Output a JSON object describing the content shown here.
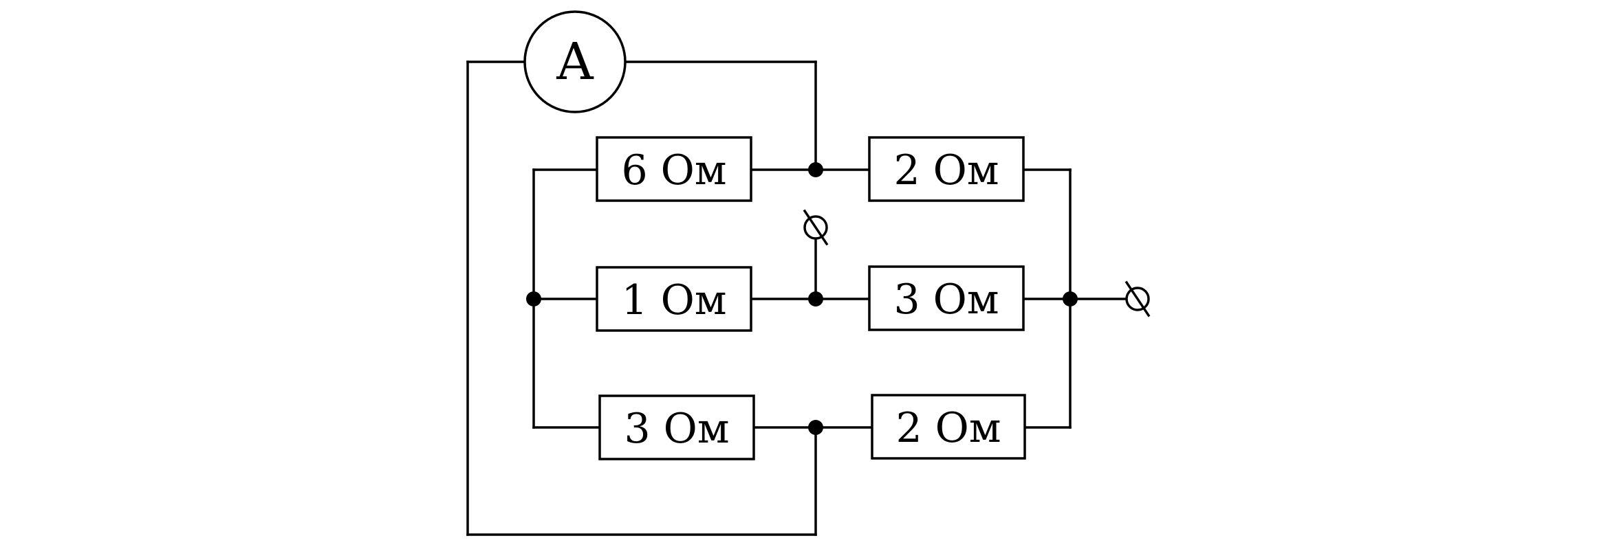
{
  "ammeter": {
    "label": "A"
  },
  "resistors": {
    "top_left": "6 Ом",
    "top_right": "2 Ом",
    "mid_left": "1 Ом",
    "mid_right": "3 Ом",
    "bot_left": "3 Ом",
    "bot_right": "2 Ом"
  },
  "colors": {
    "line": "#000000",
    "background": "#ffffff"
  }
}
